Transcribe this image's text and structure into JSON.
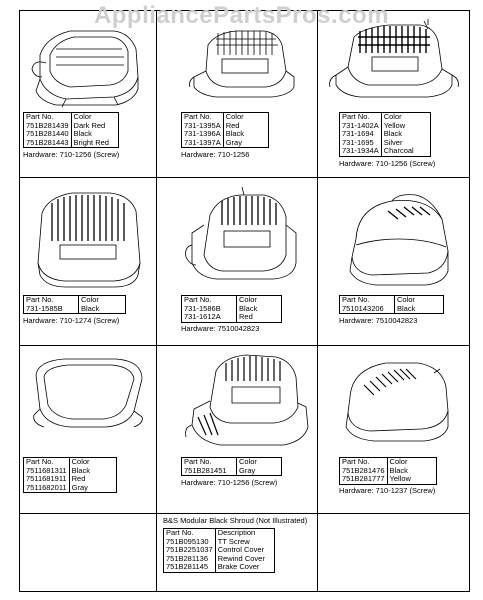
{
  "watermark": "AppliancePartsPros.com",
  "cells": [
    {
      "header": [
        "Part No.",
        "Color"
      ],
      "parts": [
        "751B281439",
        "751B281440",
        "751B281443"
      ],
      "colors": [
        "Dark Red",
        "Black",
        "Bright Red"
      ],
      "hardware": "Hardware: 710-1256 (Screw)"
    },
    {
      "header": [
        "Part No.",
        "Color"
      ],
      "parts": [
        "731-1395A",
        "731-1396A",
        "731-1397A"
      ],
      "colors": [
        "Red",
        "Black",
        "Gray"
      ],
      "hardware": "Hardware: 710-1256"
    },
    {
      "header": [
        "Part No.",
        "Color"
      ],
      "parts": [
        "731-1402A",
        "731-1694",
        "731-1695",
        "731-1934A"
      ],
      "colors": [
        "Yellow",
        "Black",
        "Silver",
        "Charcoal"
      ],
      "hardware": "Hardware: 710-1256 (Screw)"
    },
    {
      "header": [
        "Part No.",
        "Color"
      ],
      "parts": [
        "731-1585B"
      ],
      "colors": [
        "Black"
      ],
      "hardware": "Hardware: 710-1274 (Screw)"
    },
    {
      "header": [
        "Part No.",
        "Color"
      ],
      "parts": [
        "731-1586B",
        "731-1612A"
      ],
      "colors": [
        "Black",
        "Red"
      ],
      "hardware": "Hardware: 7510042823"
    },
    {
      "header": [
        "Part No.",
        "Color"
      ],
      "parts": [
        "7510143206"
      ],
      "colors": [
        "Black"
      ],
      "hardware": "Hardware: 7510042823"
    },
    {
      "header": [
        "Part No.",
        "Color"
      ],
      "parts": [
        "7511681311",
        "7511681911",
        "7511682011"
      ],
      "colors": [
        "Black",
        "Red",
        "Gray"
      ],
      "hardware": ""
    },
    {
      "header": [
        "Part No.",
        "Color"
      ],
      "parts": [
        "751B281451"
      ],
      "colors": [
        "Gray"
      ],
      "hardware": "Hardware: 710-1256 (Screw)"
    },
    {
      "header": [
        "Part No.",
        "Color"
      ],
      "parts": [
        "751B281476",
        "751B281777"
      ],
      "colors": [
        "Black",
        "Yellow"
      ],
      "hardware": "Hardware: 710-1237 (Screw)"
    }
  ],
  "bs": {
    "title": "B&S Modular Black Shroud (Not Illustrated)",
    "header": [
      "Part No.",
      "Description"
    ],
    "parts": [
      "751B095130",
      "751B2251037",
      "751B281136",
      "751B281145"
    ],
    "descriptions": [
      "TT Screw",
      "Control Cover",
      "Rewind Cover",
      "Brake Cover"
    ]
  }
}
